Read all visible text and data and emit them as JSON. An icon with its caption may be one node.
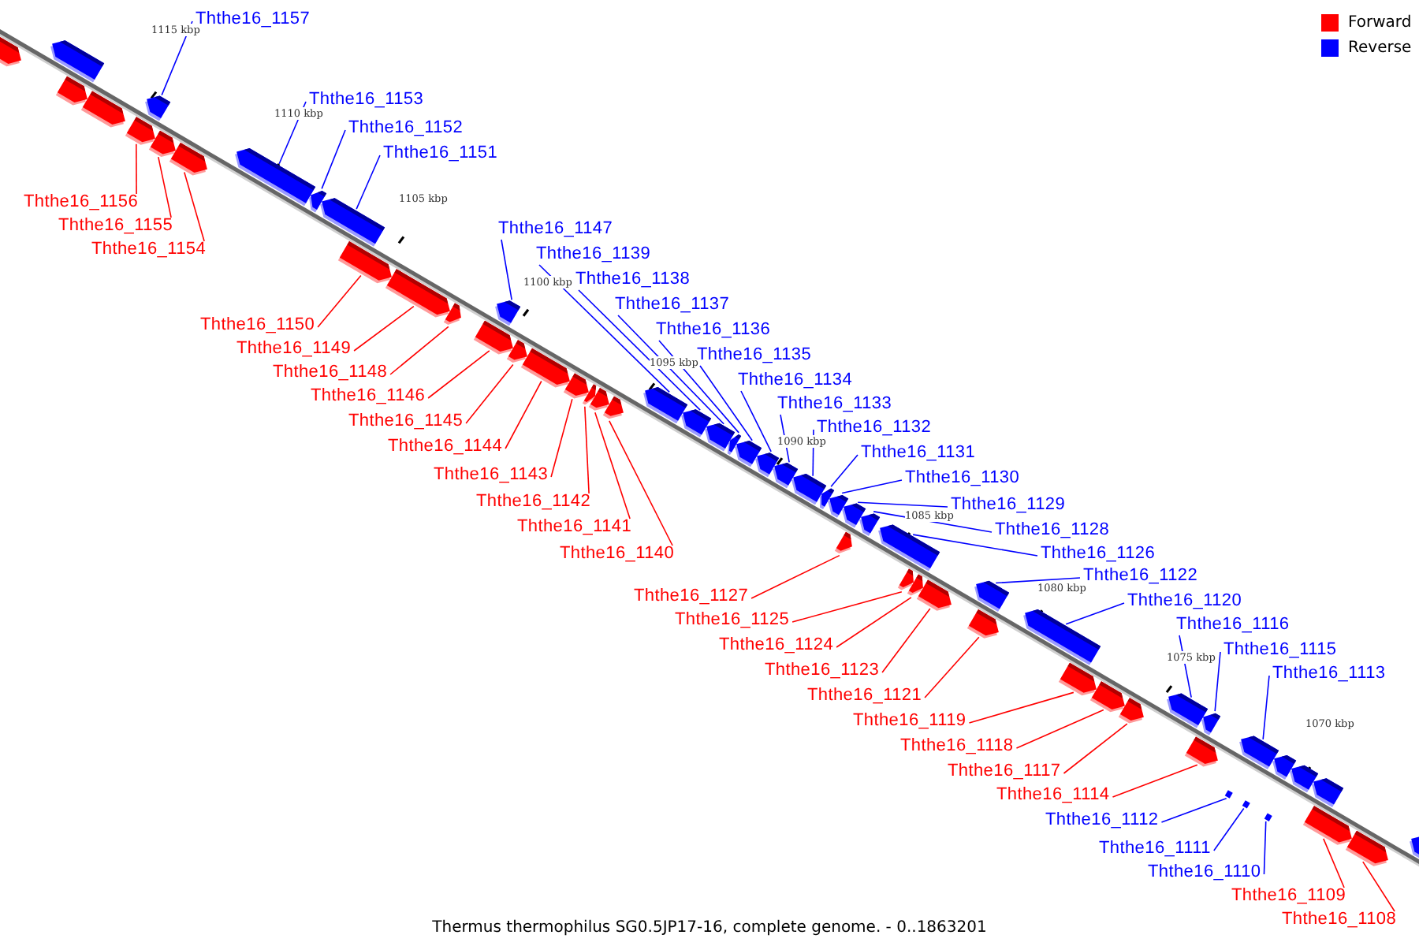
{
  "diagram": {
    "caption": "Thermus thermophilus SG0.5JP17-16, complete genome. - 0..1863201",
    "nodes": [
      {
        "text": [
          "Ththe16_1157"
        ]
      },
      {
        "text": [],
        "shape": "bar"
      },
      {
        "text": [
          "Ththe16_1153"
        ]
      },
      {
        "text": [],
        "shape": "bar"
      },
      {
        "text": [
          "Ththe16_1152"
        ]
      },
      {
        "text": [],
        "shape": "bar"
      },
      {
        "text": [
          "Ththe16_1151"
        ]
      },
      {
        "text": [],
        "shape": "bar"
      },
      {
        "text": [
          "Ththe16_1156"
        ]
      },
      {
        "text": [],
        "shape": "bar"
      },
      {
        "text": [
          "Ththe16_1155"
        ]
      },
      {
        "text": [],
        "shape": "bar"
      },
      {
        "text": [
          "Ththe16_1154"
        ]
      },
      {
        "text": [],
        "shape": "bar"
      },
      {
        "text": [
          "Ththe16_1147"
        ]
      },
      {
        "text": [],
        "shape": "bar"
      },
      {
        "text": [
          "Ththe16_1139"
        ]
      },
      {
        "text": [],
        "shape": "bar"
      },
      {
        "text": [
          "Ththe16_1138"
        ]
      },
      {
        "text": [],
        "shape": "bar"
      },
      {
        "text": [
          "Ththe16_1137"
        ]
      },
      {
        "text": [],
        "shape": "bar"
      },
      {
        "text": [
          "Ththe16_1150"
        ]
      },
      {
        "text": [],
        "shape": "bar"
      },
      {
        "text": [
          "Ththe16_1136"
        ]
      },
      {
        "text": [],
        "shape": "bar"
      },
      {
        "text": [
          "Ththe16_1149"
        ]
      },
      {
        "text": [],
        "shape": "bar"
      },
      {
        "text": [
          "Ththe16_1135"
        ]
      },
      {
        "text": [],
        "shape": "bar"
      },
      {
        "text": [
          "Ththe16_1148"
        ]
      },
      {
        "text": [],
        "shape": "bar"
      },
      {
        "text": [
          "Ththe16_1134"
        ]
      },
      {
        "text": [],
        "shape": "bar"
      },
      {
        "text": [
          "Ththe16_1146"
        ]
      },
      {
        "text": [],
        "shape": "bar"
      },
      {
        "text": [
          "Ththe16_1133"
        ]
      },
      {
        "text": [],
        "shape": "bar"
      },
      {
        "text": [
          "Ththe16_1145"
        ]
      },
      {
        "text": [],
        "shape": "bar"
      },
      {
        "text": [
          "Ththe16_1132"
        ]
      },
      {
        "text": [],
        "shape": "bar"
      },
      {
        "text": [
          "Ththe16_1144"
        ]
      },
      {
        "text": [],
        "shape": "bar"
      },
      {
        "text": [
          "Ththe16_1131"
        ]
      },
      {
        "text": [],
        "shape": "bar"
      },
      {
        "text": [
          "Ththe16_1143"
        ]
      },
      {
        "text": [],
        "shape": "bar"
      },
      {
        "text": [
          "Ththe16_1130"
        ]
      },
      {
        "text": [],
        "shape": "bar"
      },
      {
        "text": [
          "Ththe16_1142"
        ]
      },
      {
        "text": [],
        "shape": "bar"
      },
      {
        "text": [
          "Ththe16_1129"
        ]
      },
      {
        "text": [],
        "shape": "bar"
      },
      {
        "text": [
          "Ththe16_1141"
        ]
      },
      {
        "text": [],
        "shape": "bar"
      },
      {
        "text": [
          "Ththe16_1128"
        ]
      },
      {
        "text": [],
        "shape": "bar"
      },
      {
        "text": [
          "Ththe16_1126"
        ]
      },
      {
        "text": [],
        "shape": "bar"
      },
      {
        "text": [
          "Ththe16_1140"
        ]
      },
      {
        "text": [],
        "shape": "bar"
      },
      {
        "text": [
          "Ththe16_1122"
        ]
      },
      {
        "text": [],
        "shape": "bar"
      },
      {
        "text": [
          "Ththe16_1127"
        ]
      },
      {
        "text": [],
        "shape": "bar"
      },
      {
        "text": [
          "Ththe16_1120"
        ]
      },
      {
        "text": [],
        "shape": "bar"
      },
      {
        "text": [
          "Ththe16_1125"
        ]
      },
      {
        "text": [],
        "shape": "bar"
      },
      {
        "text": [
          "Ththe16_1116"
        ]
      },
      {
        "text": [],
        "shape": "bar"
      },
      {
        "text": [
          "Ththe16_1124"
        ]
      },
      {
        "text": [],
        "shape": "bar"
      },
      {
        "text": [
          "Ththe16_1115"
        ]
      },
      {
        "text": [],
        "shape": "bar"
      },
      {
        "text": [
          "Ththe16_1123"
        ]
      },
      {
        "text": [],
        "shape": "bar"
      },
      {
        "text": [
          "Ththe16_1113"
        ]
      },
      {
        "text": [],
        "shape": "bar"
      },
      {
        "text": [
          "Ththe16_1121"
        ]
      },
      {
        "text": [],
        "shape": "bar"
      },
      {
        "text": [
          "Ththe16_1119"
        ]
      },
      {
        "text": [],
        "shape": "bar"
      },
      {
        "text": [
          "Ththe16_1118"
        ]
      },
      {
        "text": [],
        "shape": "bar"
      },
      {
        "text": [
          "Ththe16_1117"
        ]
      },
      {
        "text": [],
        "shape": "bar"
      },
      {
        "text": [
          "Ththe16_1114"
        ]
      },
      {
        "text": [],
        "shape": "bar"
      },
      {
        "text": [
          "Ththe16_1112"
        ]
      },
      {
        "text": [],
        "shape": "bar"
      },
      {
        "text": [
          "Ththe16_1111"
        ]
      },
      {
        "text": [],
        "shape": "bar"
      },
      {
        "text": [
          "Ththe16_1110"
        ]
      },
      {
        "text": [],
        "shape": "bar"
      },
      {
        "text": [
          "Ththe16_1109"
        ]
      },
      {
        "text": [],
        "shape": "bar"
      },
      {
        "text": [
          "Ththe16_1108"
        ]
      },
      {
        "text": [],
        "shape": "bar"
      },
      {
        "text": [],
        "shape": "bar"
      },
      {
        "text": [],
        "shape": "bar"
      },
      {
        "text": [],
        "shape": "bar"
      },
      {
        "text": [],
        "shape": "bar"
      },
      {
        "text": [],
        "shape": "bar"
      },
      {
        "text": [],
        "shape": "bar"
      },
      {
        "text": [],
        "shape": "bar"
      },
      {
        "text": [],
        "shape": "bar"
      }
    ],
    "edges": [
      {
        "from": 0,
        "to": 1,
        "arrow": "none"
      },
      {
        "from": 2,
        "to": 3,
        "arrow": "none"
      },
      {
        "from": 4,
        "to": 5,
        "arrow": "none"
      },
      {
        "from": 6,
        "to": 7,
        "arrow": "none"
      },
      {
        "from": 8,
        "to": 9,
        "arrow": "none",
        "color": "#ff0000"
      },
      {
        "from": 10,
        "to": 11,
        "arrow": "none",
        "color": "#ff0000"
      },
      {
        "from": 12,
        "to": 13,
        "arrow": "none",
        "color": "#ff0000"
      },
      {
        "from": 14,
        "to": 15,
        "arrow": "none"
      },
      {
        "from": 16,
        "to": 17,
        "arrow": "none"
      },
      {
        "from": 18,
        "to": 19,
        "arrow": "none"
      },
      {
        "from": 20,
        "to": 21,
        "arrow": "none"
      },
      {
        "from": 22,
        "to": 23,
        "arrow": "none",
        "color": "#ff0000"
      },
      {
        "from": 24,
        "to": 25,
        "arrow": "none"
      },
      {
        "from": 26,
        "to": 27,
        "arrow": "none",
        "color": "#ff0000"
      },
      {
        "from": 28,
        "to": 29,
        "arrow": "none"
      },
      {
        "from": 30,
        "to": 31,
        "arrow": "none",
        "color": "#ff0000"
      },
      {
        "from": 32,
        "to": 33,
        "arrow": "none"
      },
      {
        "from": 34,
        "to": 35,
        "arrow": "none",
        "color": "#ff0000"
      },
      {
        "from": 36,
        "to": 37,
        "arrow": "none"
      },
      {
        "from": 38,
        "to": 39,
        "arrow": "none",
        "color": "#ff0000"
      },
      {
        "from": 40,
        "to": 41,
        "arrow": "none"
      },
      {
        "from": 42,
        "to": 43,
        "arrow": "none",
        "color": "#ff0000"
      },
      {
        "from": 44,
        "to": 45,
        "arrow": "none"
      },
      {
        "from": 46,
        "to": 47,
        "arrow": "none",
        "color": "#ff0000"
      },
      {
        "from": 48,
        "to": 49,
        "arrow": "none"
      },
      {
        "from": 50,
        "to": 51,
        "arrow": "none",
        "color": "#ff0000"
      },
      {
        "from": 52,
        "to": 53,
        "arrow": "none"
      },
      {
        "from": 54,
        "to": 55,
        "arrow": "none",
        "color": "#ff0000"
      },
      {
        "from": 56,
        "to": 57,
        "arrow": "none"
      },
      {
        "from": 58,
        "to": 59,
        "arrow": "none"
      },
      {
        "from": 60,
        "to": 61,
        "arrow": "none",
        "color": "#ff0000"
      },
      {
        "from": 62,
        "to": 63,
        "arrow": "none"
      },
      {
        "from": 64,
        "to": 65,
        "arrow": "none",
        "color": "#ff0000"
      },
      {
        "from": 66,
        "to": 67,
        "arrow": "none"
      },
      {
        "from": 68,
        "to": 69,
        "arrow": "none",
        "color": "#ff0000"
      },
      {
        "from": 70,
        "to": 71,
        "arrow": "none"
      },
      {
        "from": 72,
        "to": 73,
        "arrow": "none",
        "color": "#ff0000"
      },
      {
        "from": 74,
        "to": 75,
        "arrow": "none"
      },
      {
        "from": 76,
        "to": 77,
        "arrow": "none",
        "color": "#ff0000"
      },
      {
        "from": 78,
        "to": 79,
        "arrow": "none"
      },
      {
        "from": 80,
        "to": 81,
        "arrow": "none",
        "color": "#ff0000"
      },
      {
        "from": 82,
        "to": 83,
        "arrow": "none",
        "color": "#ff0000"
      },
      {
        "from": 84,
        "to": 85,
        "arrow": "none",
        "color": "#ff0000"
      },
      {
        "from": 86,
        "to": 87,
        "arrow": "none",
        "color": "#ff0000"
      },
      {
        "from": 88,
        "to": 89,
        "arrow": "none",
        "color": "#ff0000"
      },
      {
        "from": 90,
        "to": 91,
        "arrow": "none"
      },
      {
        "from": 92,
        "to": 93,
        "arrow": "none"
      },
      {
        "from": 94,
        "to": 95,
        "arrow": "none"
      },
      {
        "from": 96,
        "to": 97,
        "arrow": "none",
        "color": "#ff0000"
      },
      {
        "from": 98,
        "to": 99,
        "arrow": "none",
        "color": "#ff0000"
      }
    ],
    "labels": [
      "1115 kbp",
      "1110 kbp",
      "1105 kbp",
      "1100 kbp",
      "1095 kbp",
      "1090 kbp",
      "1085 kbp",
      "1080 kbp",
      "1075 kbp",
      "1070 kbp"
    ],
    "legend": [
      {
        "text": "Forward",
        "color": "#ff0000"
      },
      {
        "text": "Reverse",
        "color": "#0000ff"
      }
    ]
  }
}
